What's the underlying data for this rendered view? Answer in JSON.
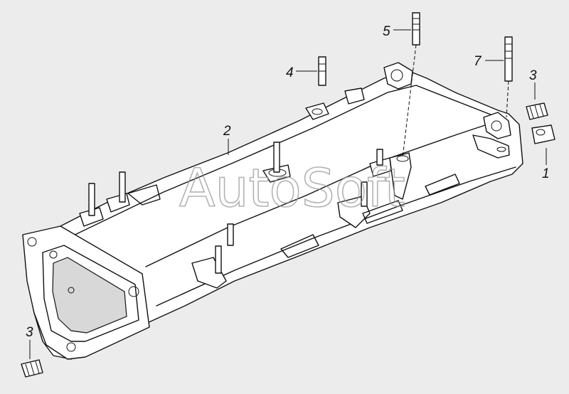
{
  "watermark": "AutoSoft",
  "callouts": [
    {
      "id": "c5",
      "text": "5"
    },
    {
      "id": "c4",
      "text": "4"
    },
    {
      "id": "c7",
      "text": "7"
    },
    {
      "id": "c3a",
      "text": "3"
    },
    {
      "id": "c2",
      "text": "2"
    },
    {
      "id": "c1",
      "text": "1"
    },
    {
      "id": "c3b",
      "text": "3"
    }
  ]
}
